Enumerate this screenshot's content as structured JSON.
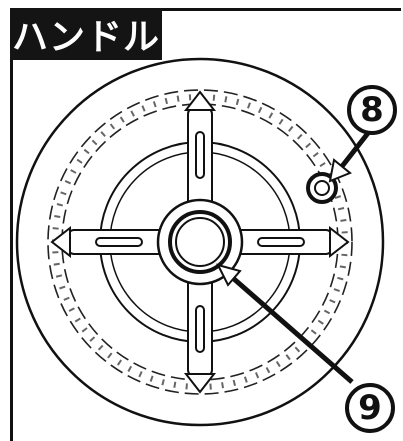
{
  "title": "ハンドル",
  "callouts": [
    {
      "label": "8",
      "target": "small-knob"
    },
    {
      "label": "9",
      "target": "center-hub"
    }
  ],
  "colors": {
    "ink": "#111111",
    "title_bg": "#141414",
    "title_text": "#ffffff",
    "paper": "#ffffff"
  }
}
